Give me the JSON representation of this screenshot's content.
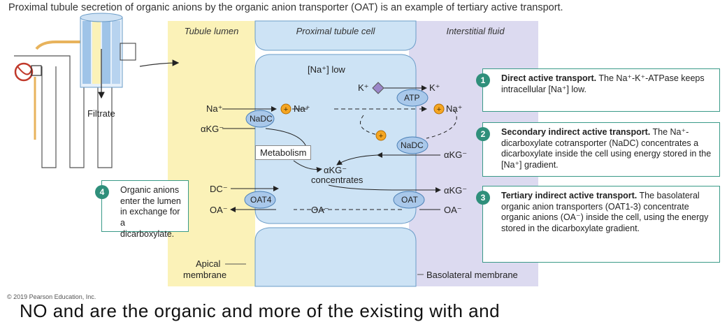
{
  "caption": "Proximal tubule secretion of organic anions by the organic anion transporter (OAT) is an example of tertiary active transport.",
  "regions": {
    "lumen": "Tubule lumen",
    "cell": "Proximal tubule cell",
    "interstitial": "Interstitial fluid"
  },
  "nephron": {
    "filtrate": "Filtrate"
  },
  "cell_labels": {
    "na_low": "[Na⁺] low",
    "metabolism": "Metabolism",
    "akg_conc_1": "αKG⁻",
    "akg_conc_2": "concentrates",
    "atp": "ATP",
    "k_in": "K⁺",
    "k_out": "K⁺",
    "na_out": "Na⁺",
    "na_lumen": "Na⁺",
    "na_cell": "Na⁺",
    "akg_lumen": "αKG⁻",
    "akg_inter": "αKG⁻",
    "akg_inter2": "αKG⁻",
    "dc_lumen": "DC⁻",
    "oa_lumen": "OA⁻",
    "oa_cell": "OA⁻",
    "oa_inter": "OA⁻"
  },
  "transporters": {
    "nadc_apical": "NaDC",
    "nadc_baso": "NaDC",
    "oat4": "OAT4",
    "oat": "OAT"
  },
  "membranes": {
    "apical_1": "Apical",
    "apical_2": "membrane",
    "basolateral": "Basolateral membrane"
  },
  "steps": [
    {
      "num": "1",
      "title": "Direct active transport.",
      "text": " The Na⁺-K⁺-ATPase keeps intracellular [Na⁺] low."
    },
    {
      "num": "2",
      "title": "Secondary indirect active transport.",
      "text": " The Na⁺-dicarboxylate cotransporter (NaDC) concentrates a dicarboxylate inside the cell using energy stored in the [Na⁺] gradient."
    },
    {
      "num": "3",
      "title": "Tertiary indirect active transport.",
      "text": " The basolateral organic anion transporters (OAT1-3) concentrate organic anions (OA⁻) inside the cell, using the energy stored in the dicarboxylate gradient."
    },
    {
      "num": "4",
      "title": "",
      "text": "Organic anions enter the lumen in exchange for a dicarboxylate."
    }
  ],
  "copyright": "© 2019 Pearson Education, Inc.",
  "bottom_text": "NO and are the organic and more of the existing with and",
  "colors": {
    "lumen": "#fbf2b8",
    "cell": "#cde3f5",
    "interstitial": "#dcdaf0",
    "transporter": "#a9c8ea",
    "accent": "#2f8f7b",
    "plus": "#f5a623"
  }
}
